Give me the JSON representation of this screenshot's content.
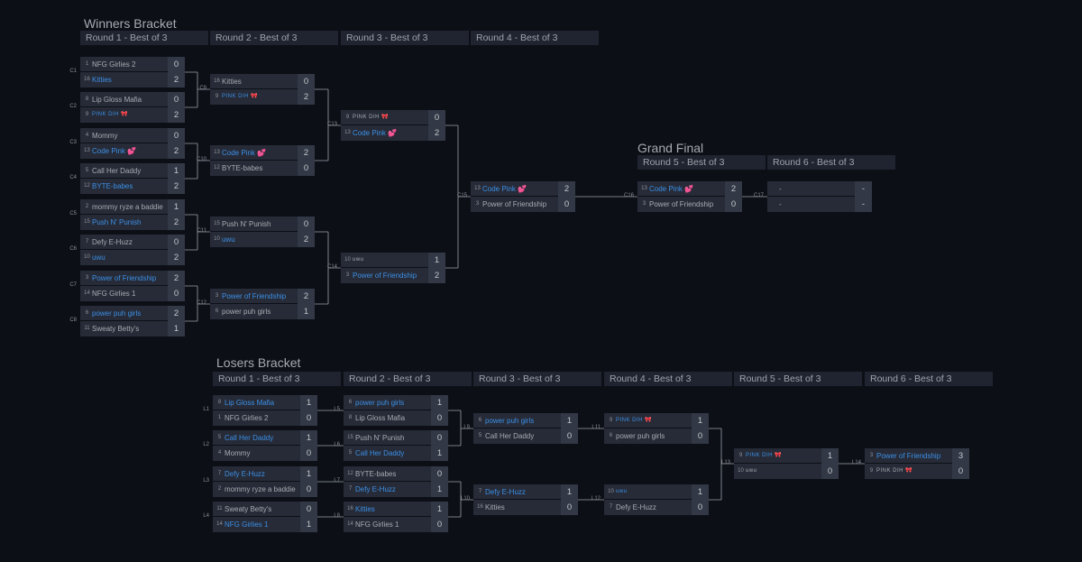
{
  "winners": {
    "title": "Winners Bracket",
    "rounds": [
      "Round 1 - Best of 3",
      "Round 2 - Best of 3",
      "Round 3 - Best of 3",
      "Round 4 - Best of 3"
    ],
    "matches": [
      {
        "label": "C1",
        "teams": [
          {
            "seed": "1",
            "name": "NFG Girlies 2",
            "score": "0",
            "win": false
          },
          {
            "seed": "16",
            "name": "Kitties",
            "score": "2",
            "win": true
          }
        ]
      },
      {
        "label": "C2",
        "teams": [
          {
            "seed": "8",
            "name": "Lip Gloss Mafia",
            "score": "0",
            "win": false
          },
          {
            "seed": "9",
            "name": "PINK DIH 🎀",
            "score": "2",
            "win": true,
            "small": true
          }
        ]
      },
      {
        "label": "C3",
        "teams": [
          {
            "seed": "4",
            "name": "Mommy",
            "score": "0",
            "win": false
          },
          {
            "seed": "13",
            "name": "Code Pink 💕",
            "score": "2",
            "win": true
          }
        ]
      },
      {
        "label": "C4",
        "teams": [
          {
            "seed": "5",
            "name": "Call Her Daddy",
            "score": "1",
            "win": false
          },
          {
            "seed": "12",
            "name": "BYTE-babes",
            "score": "2",
            "win": true
          }
        ]
      },
      {
        "label": "C5",
        "teams": [
          {
            "seed": "2",
            "name": "mommy ryze a baddie",
            "score": "1",
            "win": false
          },
          {
            "seed": "15",
            "name": "Push N' Punish",
            "score": "2",
            "win": true
          }
        ]
      },
      {
        "label": "C6",
        "teams": [
          {
            "seed": "7",
            "name": "Defy E-Huzz",
            "score": "0",
            "win": false
          },
          {
            "seed": "10",
            "name": "uwu",
            "score": "2",
            "win": true
          }
        ]
      },
      {
        "label": "C7",
        "teams": [
          {
            "seed": "3",
            "name": "Power of Friendship",
            "score": "2",
            "win": true
          },
          {
            "seed": "14",
            "name": "NFG Girlies 1",
            "score": "0",
            "win": false
          }
        ]
      },
      {
        "label": "C8",
        "teams": [
          {
            "seed": "6",
            "name": "power puh girls",
            "score": "2",
            "win": true
          },
          {
            "seed": "11",
            "name": "Sweaty Betty's",
            "score": "1",
            "win": false
          }
        ]
      },
      {
        "label": "C9",
        "teams": [
          {
            "seed": "16",
            "name": "Kitties",
            "score": "0",
            "win": false
          },
          {
            "seed": "9",
            "name": "PINK DIH 🎀",
            "score": "2",
            "win": true,
            "small": true
          }
        ]
      },
      {
        "label": "C10",
        "teams": [
          {
            "seed": "13",
            "name": "Code Pink 💕",
            "score": "2",
            "win": true
          },
          {
            "seed": "12",
            "name": "BYTE-babes",
            "score": "0",
            "win": false
          }
        ]
      },
      {
        "label": "C11",
        "teams": [
          {
            "seed": "15",
            "name": "Push N' Punish",
            "score": "0",
            "win": false
          },
          {
            "seed": "10",
            "name": "uwu",
            "score": "2",
            "win": true
          }
        ]
      },
      {
        "label": "C12",
        "teams": [
          {
            "seed": "3",
            "name": "Power of Friendship",
            "score": "2",
            "win": true
          },
          {
            "seed": "6",
            "name": "power puh girls",
            "score": "1",
            "win": false
          }
        ]
      },
      {
        "label": "C13",
        "teams": [
          {
            "seed": "9",
            "name": "PINK DIH 🎀",
            "score": "0",
            "win": false,
            "small": true
          },
          {
            "seed": "13",
            "name": "Code Pink 💕",
            "score": "2",
            "win": true
          }
        ]
      },
      {
        "label": "C14",
        "teams": [
          {
            "seed": "10",
            "name": "uwu",
            "score": "1",
            "win": false,
            "small": true
          },
          {
            "seed": "3",
            "name": "Power of Friendship",
            "score": "2",
            "win": true
          }
        ]
      },
      {
        "label": "C15",
        "teams": [
          {
            "seed": "13",
            "name": "Code Pink 💕",
            "score": "2",
            "win": true
          },
          {
            "seed": "3",
            "name": "Power of Friendship",
            "score": "0",
            "win": false
          }
        ]
      }
    ]
  },
  "grand_final": {
    "title": "Grand Final",
    "rounds": [
      "Round 5 - Best of 3",
      "Round 6 - Best of 3"
    ],
    "matches": [
      {
        "label": "C16",
        "teams": [
          {
            "seed": "13",
            "name": "Code Pink 💕",
            "score": "2",
            "win": true
          },
          {
            "seed": "3",
            "name": "Power of Friendship",
            "score": "0",
            "win": false
          }
        ]
      },
      {
        "label": "C17",
        "teams": [
          {
            "seed": "",
            "name": "-",
            "score": "-",
            "win": false
          },
          {
            "seed": "",
            "name": "-",
            "score": "-",
            "win": false
          }
        ]
      }
    ]
  },
  "losers": {
    "title": "Losers Bracket",
    "rounds": [
      "Round 1 - Best of 3",
      "Round 2 - Best of 3",
      "Round 3 - Best of 3",
      "Round 4 - Best of 3",
      "Round 5 - Best of 3",
      "Round 6 - Best of 3"
    ],
    "matches": [
      {
        "label": "L1",
        "teams": [
          {
            "seed": "8",
            "name": "Lip Gloss Mafia",
            "score": "1",
            "win": true
          },
          {
            "seed": "1",
            "name": "NFG Girlies 2",
            "score": "0",
            "win": false
          }
        ]
      },
      {
        "label": "L2",
        "teams": [
          {
            "seed": "5",
            "name": "Call Her Daddy",
            "score": "1",
            "win": true
          },
          {
            "seed": "4",
            "name": "Mommy",
            "score": "0",
            "win": false
          }
        ]
      },
      {
        "label": "L3",
        "teams": [
          {
            "seed": "7",
            "name": "Defy E-Huzz",
            "score": "1",
            "win": true
          },
          {
            "seed": "2",
            "name": "mommy ryze a baddie",
            "score": "0",
            "win": false
          }
        ]
      },
      {
        "label": "L4",
        "teams": [
          {
            "seed": "11",
            "name": "Sweaty Betty's",
            "score": "0",
            "win": false
          },
          {
            "seed": "14",
            "name": "NFG Girlies 1",
            "score": "1",
            "win": true
          }
        ]
      },
      {
        "label": "L5",
        "teams": [
          {
            "seed": "6",
            "name": "power puh girls",
            "score": "1",
            "win": true
          },
          {
            "seed": "8",
            "name": "Lip Gloss Mafia",
            "score": "0",
            "win": false
          }
        ]
      },
      {
        "label": "L6",
        "teams": [
          {
            "seed": "15",
            "name": "Push N' Punish",
            "score": "0",
            "win": false
          },
          {
            "seed": "5",
            "name": "Call Her Daddy",
            "score": "1",
            "win": true
          }
        ]
      },
      {
        "label": "L7",
        "teams": [
          {
            "seed": "12",
            "name": "BYTE-babes",
            "score": "0",
            "win": false
          },
          {
            "seed": "7",
            "name": "Defy E-Huzz",
            "score": "1",
            "win": true
          }
        ]
      },
      {
        "label": "L8",
        "teams": [
          {
            "seed": "16",
            "name": "Kitties",
            "score": "1",
            "win": true
          },
          {
            "seed": "14",
            "name": "NFG Girlies 1",
            "score": "0",
            "win": false
          }
        ]
      },
      {
        "label": "L9",
        "teams": [
          {
            "seed": "6",
            "name": "power puh girls",
            "score": "1",
            "win": true
          },
          {
            "seed": "5",
            "name": "Call Her Daddy",
            "score": "0",
            "win": false
          }
        ]
      },
      {
        "label": "L10",
        "teams": [
          {
            "seed": "7",
            "name": "Defy E-Huzz",
            "score": "1",
            "win": true
          },
          {
            "seed": "16",
            "name": "Kitties",
            "score": "0",
            "win": false
          }
        ]
      },
      {
        "label": "L11",
        "teams": [
          {
            "seed": "9",
            "name": "PINK DIH 🎀",
            "score": "1",
            "win": true,
            "small": true
          },
          {
            "seed": "6",
            "name": "power puh girls",
            "score": "0",
            "win": false
          }
        ]
      },
      {
        "label": "L12",
        "teams": [
          {
            "seed": "10",
            "name": "uwu",
            "score": "1",
            "win": true,
            "small": true
          },
          {
            "seed": "7",
            "name": "Defy E-Huzz",
            "score": "0",
            "win": false
          }
        ]
      },
      {
        "label": "L13",
        "teams": [
          {
            "seed": "9",
            "name": "PINK DIH 🎀",
            "score": "1",
            "win": true,
            "small": true
          },
          {
            "seed": "10",
            "name": "uwu",
            "score": "0",
            "win": false,
            "small": true
          }
        ]
      },
      {
        "label": "L14",
        "teams": [
          {
            "seed": "3",
            "name": "Power of Friendship",
            "score": "3",
            "win": true
          },
          {
            "seed": "9",
            "name": "PINK DIH 🎀",
            "score": "0",
            "win": false,
            "small": true
          }
        ]
      }
    ]
  }
}
